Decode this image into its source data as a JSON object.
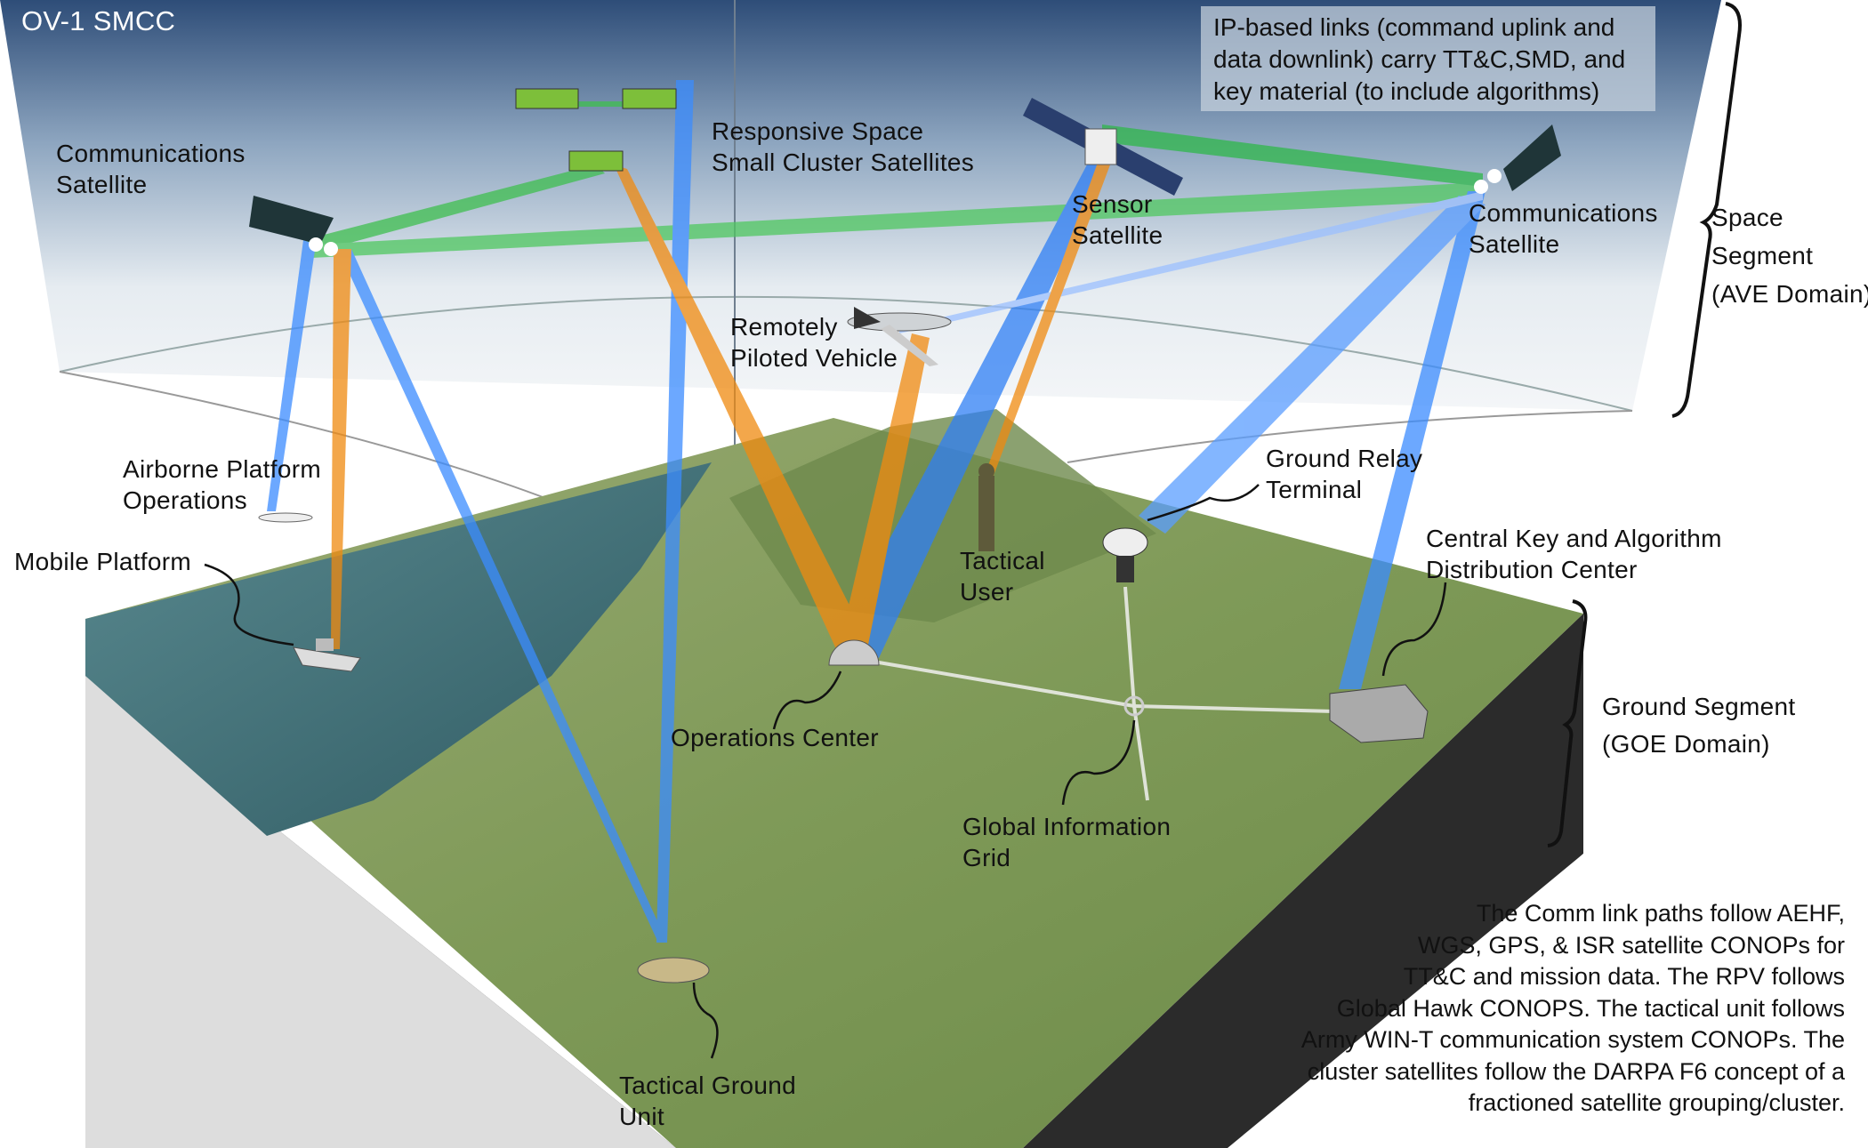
{
  "title": "OV-1 SMCC",
  "info_box": "IP-based links (command uplink and\ndata downlink) carry TT&C,SMD, and\nkey material (to include algorithms)",
  "labels": {
    "comm_sat_left": "Communications\nSatellite",
    "cluster_sats": "Responsive Space\nSmall Cluster Satellites",
    "sensor_sat": "Sensor\nSatellite",
    "comm_sat_right": "Communications\nSatellite",
    "space_segment": "Space\nSegment\n(AVE Domain)",
    "rpv": "Remotely\nPiloted Vehicle",
    "airborne": "Airborne Platform\nOperations",
    "mobile_platform": "Mobile Platform",
    "ground_relay": "Ground Relay\nTerminal",
    "central_key": "Central Key and Algorithm\nDistribution Center",
    "tactical_user": "Tactical\nUser",
    "ground_segment": "Ground Segment\n(GOE Domain)",
    "ops_center": "Operations Center",
    "gig": "Global Information\nGrid",
    "tactical_ground_unit": "Tactical Ground\nUnit"
  },
  "description_paragraph": "The Comm link paths follow AEHF,\nWGS, GPS, & ISR satellite CONOPs for\nTT&C and mission data. The RPV follows\nGlobal Hawk CONOPS. The tactical unit follows\nArmy WIN-T communication system CONOPs. The\ncluster satellites follow the DARPA F6 concept of a\nfractioned satellite grouping/cluster.",
  "colors": {
    "green_link": "#3fbf4f",
    "blue_link": "#3b8cff",
    "orange_link": "#f08a10",
    "terrain": "#7f9a58",
    "sea": "#3c6a72",
    "sky_top": "#2e4d78"
  }
}
